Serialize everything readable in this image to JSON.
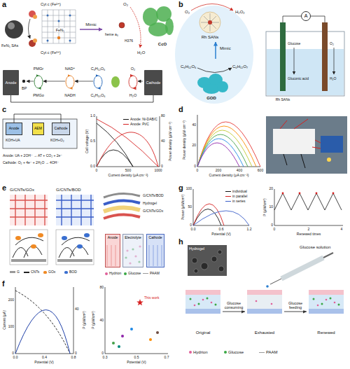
{
  "diagram": {
    "nodes": [
      {
        "text": [
          "Anode"
        ]
      },
      {
        "text": [
          "Cathode"
        ]
      },
      {
        "text": [
          "A"
        ]
      },
      {
        "text": [
          "Anode"
        ]
      },
      {
        "text": [
          "AEM"
        ]
      },
      {
        "text": [
          "Cathode"
        ]
      },
      {
        "text": [
          "Anode"
        ]
      },
      {
        "text": [
          "Electrolyte"
        ]
      },
      {
        "text": [
          "Cathode"
        ]
      },
      {
        "text": [
          "Hydrogel"
        ]
      },
      {
        "text": [
          "Original"
        ]
      },
      {
        "text": [
          "Exhausted"
        ]
      },
      {
        "text": [
          "Renewed"
        ]
      }
    ],
    "edges": [
      {
        "from": 0,
        "to": 1,
        "arrow": "none"
      },
      {
        "from": 3,
        "to": 5,
        "arrow": "none"
      },
      {
        "from": 10,
        "to": 11,
        "label": "Glucose consuming",
        "arrow": "to"
      },
      {
        "from": 11,
        "to": 12,
        "label": "Glucose feeding",
        "arrow": "to"
      }
    ],
    "labels": [
      "a",
      "b",
      "c",
      "d",
      "e",
      "f",
      "g",
      "h",
      "FeN₅ SAs",
      "Cyt c (Fe²⁺)",
      "Cyt c (Fe³⁺)",
      "FeN₅",
      "Mimic",
      "O₂",
      "heme a₃",
      "H376",
      "CcO",
      "H₂O",
      "BP",
      "PMGr",
      "PMGo",
      "NAD⁺",
      "NADH",
      "C₆H₁₂O₆",
      "C₆H₁₀O₆",
      "O₂",
      "H₂O",
      "O₂",
      "H₂O₂",
      "Rh SANs",
      "Mimic",
      "C₆H₁₂O₆",
      "C₆H₁₂O₇",
      "GOD",
      "Glucose",
      "Gluconic acid",
      "O₂",
      "H₂O",
      "Rh SANs",
      "KOH+UA",
      "KOH+O₂",
      "Anode: UA + 2OH⁻ → AT + CO₂ + 2e⁻",
      "Cathode: O₂ + 4e⁻ + 2H₂O → 4OH⁻",
      "Cell voltage (V)",
      "Power density (μW cm⁻²)",
      "Current density (μA cm⁻²)",
      "0.0",
      "0.5",
      "1.0",
      "0",
      "40",
      "80",
      "0",
      "500",
      "1000",
      "Power density (μW cm⁻²)",
      "Current density (μA cm⁻²)",
      "0",
      "20",
      "40",
      "0",
      "200",
      "400",
      "600",
      "G/CNTs/GOx",
      "G/CNTs/BOD",
      "G/CNTs/BOD",
      "Hydrogel",
      "G/CNTs/GOx",
      "Current (μA)",
      "P (μW/cm²)",
      "Potential (V)",
      "0",
      "100",
      "200",
      "0",
      "40",
      "0.0",
      "0.4",
      "0.8",
      "P (μW/cm²)",
      "Potential (V)",
      "0",
      "40",
      "80",
      "0.3",
      "0.5",
      "0.7",
      "This work",
      "Power (μW/cm²)",
      "Potential (V)",
      "0",
      "50",
      "100",
      "0.0",
      "0.6",
      "1.2",
      "P (μW/cm²)",
      "Renewed times",
      "0",
      "10",
      "20",
      "0",
      "2",
      "4",
      "Glucose solution"
    ],
    "legend": [
      {
        "text": "Anode: Ni-DAB/C"
      },
      {
        "text": "Anode: Pt/C"
      },
      {
        "text": "G"
      },
      {
        "text": "CNTs"
      },
      {
        "text": "GOx"
      },
      {
        "text": "BOD"
      },
      {
        "text": "Hydrion"
      },
      {
        "text": "Glucose"
      },
      {
        "text": "PAAM"
      },
      {
        "text": "individual"
      },
      {
        "text": "in parallel"
      },
      {
        "text": "in series"
      },
      {
        "text": "Hydrion"
      },
      {
        "text": "Glucose"
      },
      {
        "text": "PAAM"
      }
    ]
  }
}
